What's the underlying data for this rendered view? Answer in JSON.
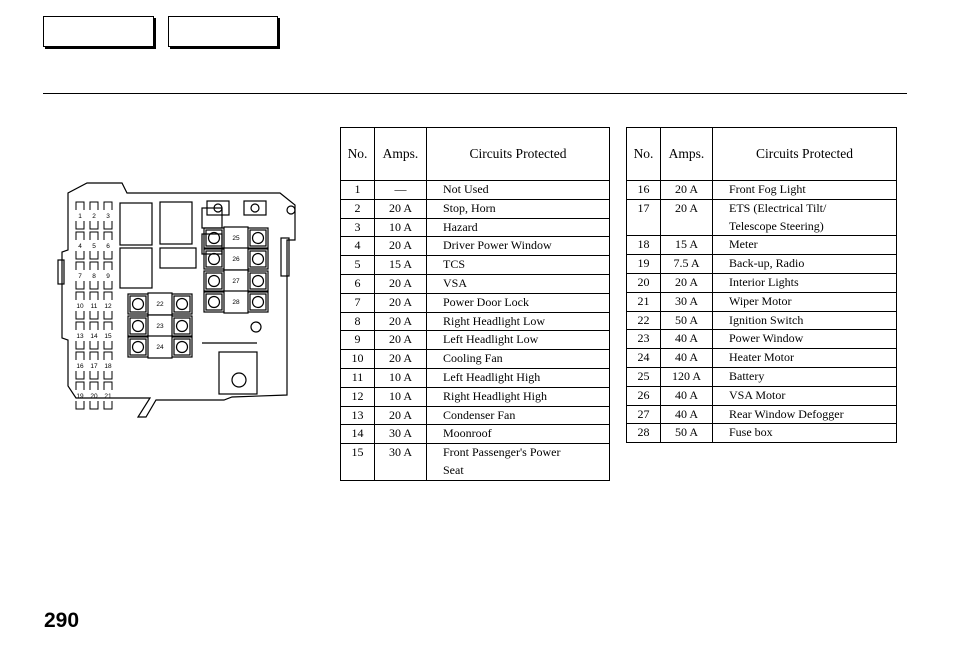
{
  "page_number": "290",
  "table_headers": {
    "no": "No.",
    "amps": "Amps.",
    "circuits": "Circuits Protected"
  },
  "diagram": {
    "fuse_labels": [
      "1",
      "2",
      "3",
      "4",
      "5",
      "6",
      "7",
      "8",
      "9",
      "10",
      "11",
      "12",
      "13",
      "14",
      "15",
      "16",
      "17",
      "18",
      "19",
      "20",
      "21",
      "22",
      "23",
      "24",
      "25",
      "26",
      "27",
      "28"
    ]
  },
  "fuses": [
    {
      "no": "1",
      "amps": "—",
      "circuit": "Not Used"
    },
    {
      "no": "2",
      "amps": "20 A",
      "circuit": "Stop, Horn"
    },
    {
      "no": "3",
      "amps": "10 A",
      "circuit": "Hazard"
    },
    {
      "no": "4",
      "amps": "20 A",
      "circuit": "Driver Power Window"
    },
    {
      "no": "5",
      "amps": "15 A",
      "circuit": "TCS"
    },
    {
      "no": "6",
      "amps": "20 A",
      "circuit": "VSA"
    },
    {
      "no": "7",
      "amps": "20 A",
      "circuit": "Power Door Lock"
    },
    {
      "no": "8",
      "amps": "20 A",
      "circuit": "Right Headlight Low"
    },
    {
      "no": "9",
      "amps": "20 A",
      "circuit": "Left Headlight Low"
    },
    {
      "no": "10",
      "amps": "20 A",
      "circuit": "Cooling Fan"
    },
    {
      "no": "11",
      "amps": "10 A",
      "circuit": "Left Headlight High"
    },
    {
      "no": "12",
      "amps": "10 A",
      "circuit": "Right Headlight High"
    },
    {
      "no": "13",
      "amps": "20 A",
      "circuit": "Condenser Fan"
    },
    {
      "no": "14",
      "amps": "30 A",
      "circuit": "Moonroof"
    },
    {
      "no": "15",
      "amps": "30 A",
      "circuit": "Front Passenger's Power",
      "circuit_line2": "Seat"
    },
    {
      "no": "16",
      "amps": "20 A",
      "circuit": "Front Fog Light"
    },
    {
      "no": "17",
      "amps": "20 A",
      "circuit": "ETS (Electrical Tilt/",
      "circuit_line2": "Telescope Steering)"
    },
    {
      "no": "18",
      "amps": "15 A",
      "circuit": "Meter"
    },
    {
      "no": "19",
      "amps": "7.5 A",
      "circuit": "Back-up, Radio"
    },
    {
      "no": "20",
      "amps": "20 A",
      "circuit": "Interior Lights"
    },
    {
      "no": "21",
      "amps": "30 A",
      "circuit": "Wiper Motor"
    },
    {
      "no": "22",
      "amps": "50 A",
      "circuit": "Ignition Switch"
    },
    {
      "no": "23",
      "amps": "40 A",
      "circuit": "Power Window"
    },
    {
      "no": "24",
      "amps": "40 A",
      "circuit": "Heater Motor"
    },
    {
      "no": "25",
      "amps": "120 A",
      "circuit": "Battery"
    },
    {
      "no": "26",
      "amps": "40 A",
      "circuit": "VSA Motor"
    },
    {
      "no": "27",
      "amps": "40 A",
      "circuit": "Rear Window Defogger"
    },
    {
      "no": "28",
      "amps": "50 A",
      "circuit": "Fuse box"
    }
  ]
}
